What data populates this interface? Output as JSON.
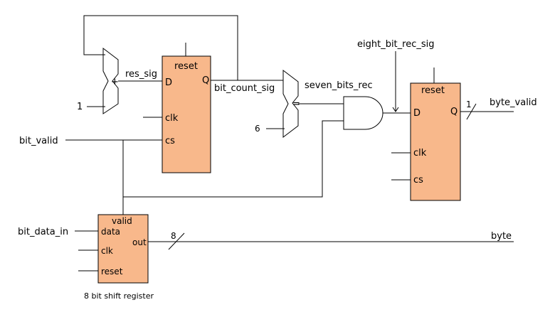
{
  "colors": {
    "block_fill": "#f8b88b",
    "wire": "#000000",
    "background": "#ffffff"
  },
  "signals": {
    "res_sig": "res_sig",
    "bit_count_sig": "bit_count_sig",
    "seven_bits_rec": "seven_bits_rec",
    "eight_bit_rec_sig": "eight_bit_rec_sig",
    "byte_valid": "byte_valid",
    "bit_valid": "bit_valid",
    "bit_data_in": "bit_data_in",
    "byte": "byte"
  },
  "constants": {
    "adder_in": "1",
    "compare_in": "6"
  },
  "ops": {
    "add": "+",
    "equal": "="
  },
  "counter_reg": {
    "reset": "reset",
    "d": "D",
    "q": "Q",
    "clk": "clk",
    "cs": "cs"
  },
  "valid_reg": {
    "reset": "reset",
    "d": "D",
    "q": "Q",
    "clk": "clk",
    "cs": "cs"
  },
  "shift_reg": {
    "valid": "valid",
    "data": "data",
    "clk": "clk",
    "reset": "reset",
    "out": "out",
    "caption": "8 bit shift register"
  },
  "bus_widths": {
    "byte_valid": "1",
    "byte": "8"
  }
}
